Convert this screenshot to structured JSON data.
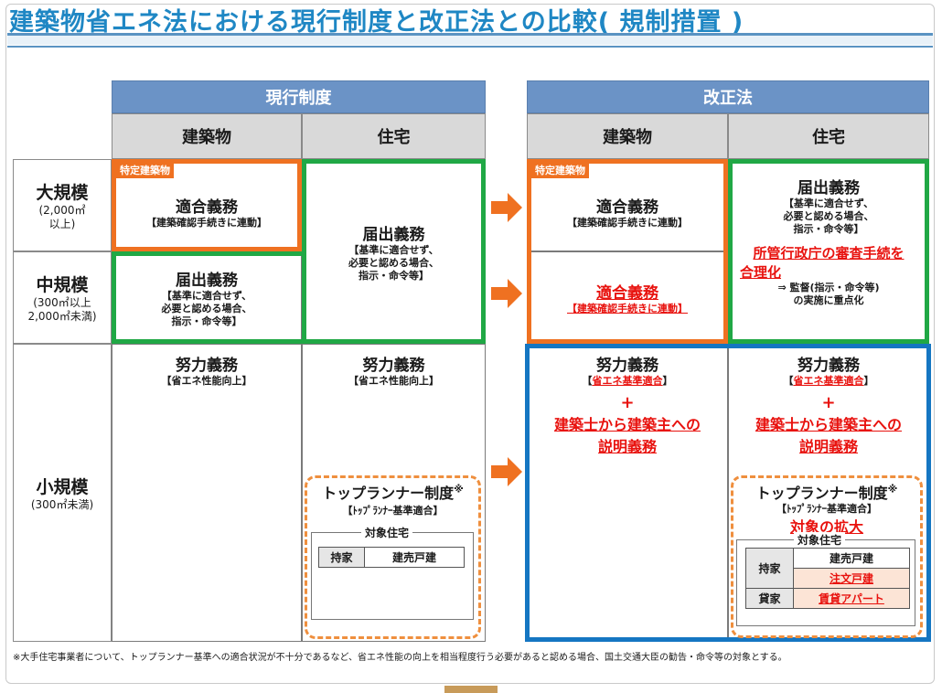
{
  "title": "建築物省エネ法における現行制度と改正法との比較( 規制措置 )",
  "headers": {
    "current": "現行制度",
    "revised": "改正法",
    "building": "建築物",
    "house": "住宅"
  },
  "rows": {
    "large": {
      "label": "大規模",
      "sub1": "(2,000㎡",
      "sub2": "以上)"
    },
    "medium": {
      "label": "中規模",
      "sub1": "(300㎡以上",
      "sub2": "2,000㎡未満)"
    },
    "small": {
      "label": "小規模",
      "sub1": "(300㎡未満)"
    }
  },
  "tag_specific": "特定建築物",
  "conformity": {
    "title": "適合義務",
    "sub": "【建築確認手続きに連動】"
  },
  "notify": {
    "title": "届出義務",
    "sub1": "【基準に適合せず、",
    "sub2": "必要と認める場合、",
    "sub3": "指示・命令等】"
  },
  "effort": {
    "title": "努力義務",
    "sub": "【省エネ性能向上】"
  },
  "revised": {
    "conformity_red": "適合義務",
    "conformity_red_sub": "【建築確認手続きに連動】",
    "notify_red1": "所管行政庁の審査手続を",
    "notify_red2": "合理化",
    "notify_black1": "⇒ 監督(指示・命令等)",
    "notify_black2": "の実施に重点化",
    "effort_sub_l": "【",
    "effort_sub_m": "省エネ基準適合",
    "effort_sub_r": "】",
    "plus": "+",
    "explain1": "建築士から建築主への",
    "explain2": "説明義務",
    "expand": "対象の拡大"
  },
  "toprunner": {
    "title": "トップランナー制度",
    "mark": "※",
    "sub": "【ﾄｯﾌﾟﾗﾝﾅｰ基準適合】",
    "target": "対象住宅",
    "owned": "持家",
    "rented": "貸家",
    "ready_built": "建売戸建",
    "custom_built": "注文戸建",
    "rental_apt": "賃貸アパート"
  },
  "footnote": "※大手住宅事業者について、トップランナー基準への適合状況が不十分であるなど、省エネ性能の向上を相当程度行う必要があると認める場合、国土交通大臣の勧告・命令等の対象とする。",
  "colors": {
    "title": "#1f87c4",
    "header": "#6b93c6",
    "orange": "#ef7121",
    "green": "#20a845",
    "blue": "#1576c2",
    "red": "#e8120e"
  }
}
